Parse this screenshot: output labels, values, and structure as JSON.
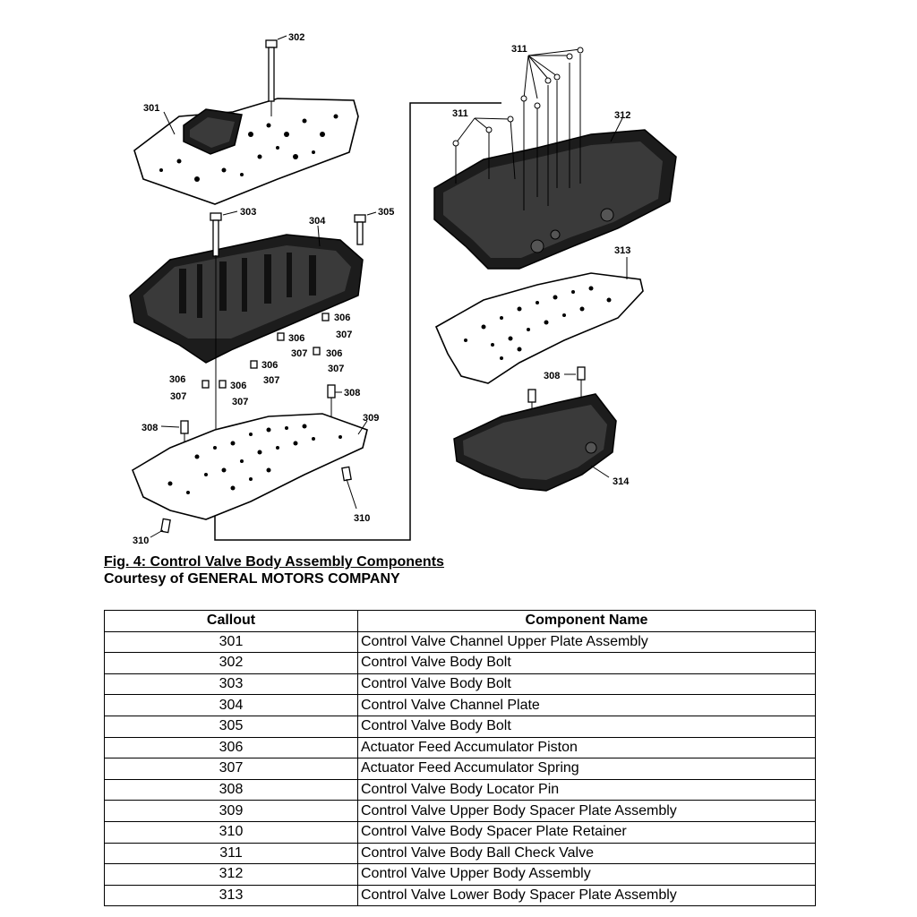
{
  "diagram": {
    "callouts": {
      "c301": "301",
      "c302": "302",
      "c303": "303",
      "c304": "304",
      "c305": "305",
      "c306": "306",
      "c307": "307",
      "c308": "308",
      "c309": "309",
      "c310": "310",
      "c311": "311",
      "c312": "312",
      "c313": "313",
      "c314": "314"
    }
  },
  "caption": {
    "title": "Fig. 4: Control Valve Body Assembly Components",
    "credit": "Courtesy of GENERAL MOTORS COMPANY"
  },
  "table": {
    "headers": {
      "callout": "Callout",
      "name": "Component Name"
    },
    "rows": [
      {
        "callout": "301",
        "name": "Control Valve Channel Upper Plate Assembly"
      },
      {
        "callout": "302",
        "name": "Control Valve Body Bolt"
      },
      {
        "callout": "303",
        "name": "Control Valve Body Bolt"
      },
      {
        "callout": "304",
        "name": "Control Valve Channel Plate"
      },
      {
        "callout": "305",
        "name": "Control Valve Body Bolt"
      },
      {
        "callout": "306",
        "name": "Actuator Feed Accumulator Piston"
      },
      {
        "callout": "307",
        "name": "Actuator Feed Accumulator Spring"
      },
      {
        "callout": "308",
        "name": "Control Valve Body Locator Pin"
      },
      {
        "callout": "309",
        "name": "Control Valve Upper Body Spacer Plate Assembly"
      },
      {
        "callout": "310",
        "name": "Control Valve Body Spacer Plate Retainer"
      },
      {
        "callout": "311",
        "name": "Control Valve Body Ball Check Valve"
      },
      {
        "callout": "312",
        "name": "Control Valve Upper Body Assembly"
      },
      {
        "callout": "313",
        "name": "Control Valve Lower Body Spacer Plate Assembly"
      }
    ]
  }
}
